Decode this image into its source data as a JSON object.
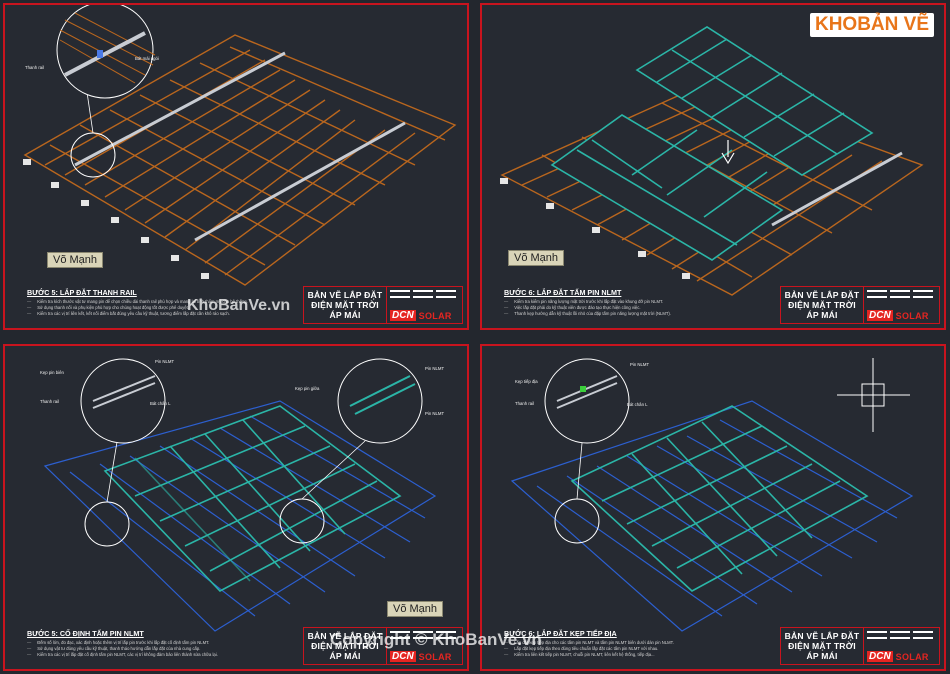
{
  "logo": {
    "text_a": "KHO",
    "text_b": "BẢN VẼ"
  },
  "title_block": {
    "line1": "BẢN VẼ LẮP ĐẶT",
    "line2": "ĐIỆN MẶT TRỜI",
    "line3": "ÁP MÁI",
    "brand_mark": "DCN",
    "brand_text": "SOLAR"
  },
  "signature": "Võ Mạnh",
  "panels": [
    {
      "step_title": "BƯỚC 5: LẮP ĐẶT THANH RAIL",
      "callouts": [
        "Thanh rail",
        "Bát mái ngói"
      ],
      "notes": [
        "Kiểm tra kích thước vật tư mang pin để chọn chiều dài thanh rail phù hợp và mang lại tính thẩm mỹ cho hệ thống.",
        "Sử dụng thanh nối và phụ kiện phù hợp cho chúng hoạt động tốt được phê duyệt.",
        "Kiểm tra các vị trí liên kết, kết nối điểm bắt đúng yêu cầu kỹ thuật, tương điểm lắp đặt cần khô ráo sạch."
      ]
    },
    {
      "step_title": "BƯỚC 6: LẮP ĐẶT TẤM PIN NLMT",
      "callouts": [],
      "notes": [
        "Kiểm tra kiểm pin năng lượng mặt trời trước khi lắp đặt vào khung đỡ pin NLMT.",
        "Việc lắp đặt phải do kỹ thuật viên được đào tạo thực hiện công việc.",
        "Thanh kẹp hướng dẫn kỹ thuật lồi nhỏ của đặp tấm pin năng lượng mặt trời (NLMT)."
      ]
    },
    {
      "step_title": "BƯỚC 5: CỐ ĐỊNH TẤM PIN NLMT",
      "callouts": [
        "Kẹp pin biên",
        "Thanh rail",
        "Bát chân L",
        "Pin NLMT",
        "Kẹp pin giữa",
        "Pin NLMT",
        "Pin NLMT"
      ],
      "notes": [
        "Đếm số lớn, đo đạc, xác định hoặc thêm vị trí lắp pin trước khi lắp đặt cố định tấm pin NLMT.",
        "Sử dụng vật tư đúng yêu cầu kỹ thuật, thanh tháo hướng dẫn lắp đặt của nhà cung cấp.",
        "Kiểm tra các vị trí lắp đặt cố định tấm pin NLMT, các vị trí không đảm bảo liên thành sửa chữa lại."
      ]
    },
    {
      "step_title": "BƯỚC 6: LẮP ĐẶT KẸP TIẾP ĐỊA",
      "callouts": [
        "Kẹp tiếp địa",
        "Thanh rail",
        "Pin NLMT",
        "Bát chân L"
      ],
      "notes": [
        "Lắp đặt kẹp tiếp địa cho các tấm pin NLMT và tấm pin NLMT biên dưới dàn pin NLMT.",
        "Lắp đặt kẹp tiếp địa theo đúng tiêu chuẩn lắp đặt các tấm pin NLMT với nhau.",
        "Kiểm tra liên kết tiếp pin NLMT, chuỗi pin NLMT, liên kết hệ thống, tiếp địa..."
      ]
    }
  ],
  "watermarks": {
    "panel_wm": "KhoBanVe.vn",
    "copyright": "Copyright © KhoBanVe.vn"
  },
  "colors": {
    "background": "#23272e",
    "border": "#c8141e",
    "roof_tile": "#b9661e",
    "rail": "#c8ccd3",
    "panel": "#2bb5a7",
    "metal_roof": "#2c5fcf",
    "brand_red": "#e52521"
  }
}
